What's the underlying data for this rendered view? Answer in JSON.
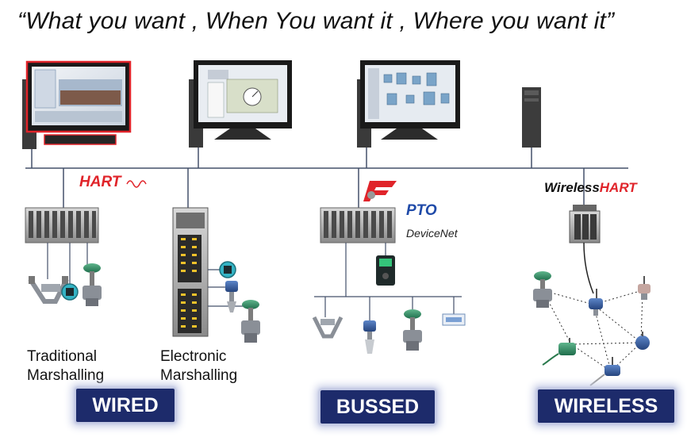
{
  "title": "“What you want , When You want it , Where you want it”",
  "protocols": {
    "hart": "HART",
    "pto": "PTO",
    "devicenet": "DeviceNet",
    "wireless_hart_a": "Wireless",
    "wireless_hart_b": "HART"
  },
  "captions": {
    "traditional_line1": "Traditional",
    "traditional_line2": "Marshalling",
    "electronic_line1": "Electronic",
    "electronic_line2": "Marshalling"
  },
  "badges": {
    "wired": "WIRED",
    "bussed": "BUSSED",
    "wireless": "WIRELESS"
  },
  "colors": {
    "badge_bg": "#1d2b6b",
    "hart_red": "#e0242a",
    "pto_blue": "#1f4aa8",
    "network_line": "#44506a"
  }
}
